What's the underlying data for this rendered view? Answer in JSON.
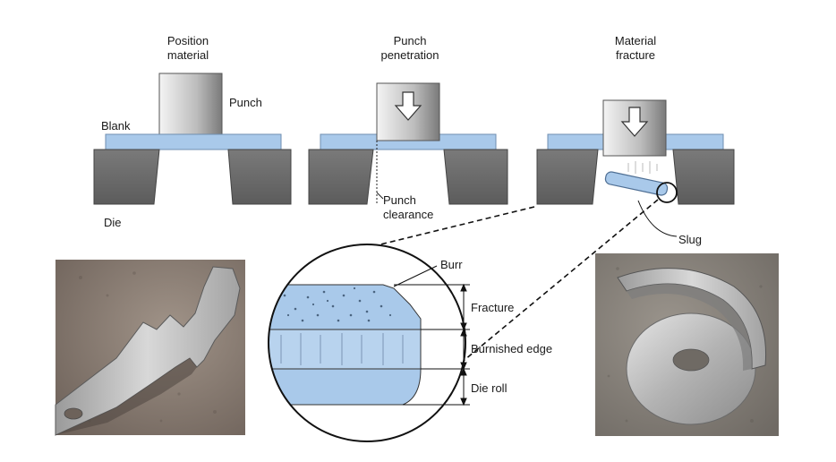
{
  "stages": [
    {
      "title_line1": "Position",
      "title_line2": "material"
    },
    {
      "title_line1": "Punch",
      "title_line2": "penetration"
    },
    {
      "title_line1": "Material",
      "title_line2": "fracture"
    }
  ],
  "labels": {
    "punch": "Punch",
    "blank": "Blank",
    "die": "Die",
    "punch_clearance_line1": "Punch",
    "punch_clearance_line2": "clearance",
    "slug": "Slug",
    "burr": "Burr",
    "fracture": "Fracture",
    "burnished_edge": "Burnished edge",
    "die_roll": "Die roll"
  },
  "icons": {
    "down_arrow": "down-arrow-icon"
  },
  "colors": {
    "blank": "#a9c9ea",
    "die": "#6b6b6b",
    "punch_light": "#eeeeee",
    "punch_dark": "#8d8d8d",
    "photo_bg_left": "#8a7a70",
    "photo_bg_right": "#7f7a74"
  }
}
